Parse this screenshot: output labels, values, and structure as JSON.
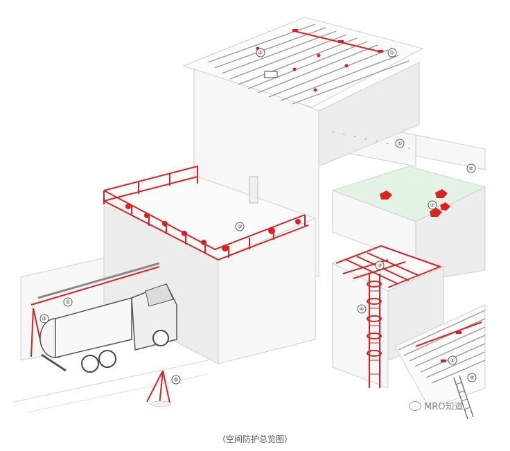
{
  "caption": "（空间防护总览图）",
  "watermark": {
    "text": "MRO知道",
    "icon": "wechat-icon"
  },
  "accent_color": "#e02020",
  "callouts": [
    "①",
    "②",
    "①",
    "②",
    "②",
    "③",
    "③",
    "④",
    "①",
    "⑤",
    "⑤",
    "②",
    "④"
  ]
}
